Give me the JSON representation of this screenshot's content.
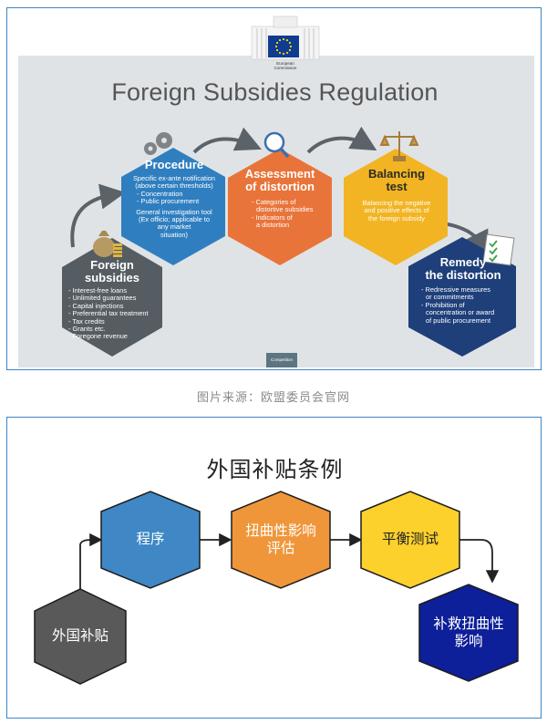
{
  "slide": {
    "logo": {
      "line1": "European",
      "line2": "Commission"
    },
    "title": "Foreign Subsidies Regulation",
    "footer_box": "Competition",
    "colors": {
      "grey": "#555d63",
      "blue": "#2f7fc0",
      "orange": "#e9743a",
      "yellow": "#f2b422",
      "navy": "#1e3f7a",
      "flag": "#0f3c91"
    },
    "hexagons": {
      "foreign_subsidies": {
        "title": "Foreign subsidies",
        "lines": [
          "- Interest-free loans",
          "- Unlimited guarantees",
          "- Capital injections",
          "- Preferential tax treatment",
          "- Tax credits",
          "- Grants etc.",
          "- Foregone revenue"
        ]
      },
      "procedure": {
        "title": "Procedure",
        "lines": [
          "Specific ex-ante notification",
          "(above certain thresholds)",
          "- Concentration",
          "- Public procurement",
          "General investigation tool",
          "(Ex officio; applicable to",
          "any market",
          "situation)"
        ]
      },
      "assessment": {
        "title_line1": "Assessment",
        "title_line2": "of distortion",
        "lines": [
          "- Categories of",
          "distortive subsidies",
          "- Indicators of",
          "a distortion"
        ]
      },
      "balancing": {
        "title_line1": "Balancing",
        "title_line2": "test",
        "lines": [
          "Balancing the negative",
          "and positive effects of",
          "the foreign subsidy"
        ]
      },
      "remedy": {
        "title_line1": "Remedy",
        "title_line2": "the distortion",
        "lines": [
          "- Redressive measures",
          "or commitments",
          "- Prohibition of",
          "concentration or award",
          "of public procurement"
        ]
      }
    }
  },
  "caption": "图片来源：欧盟委员会官网",
  "diagram": {
    "title": "外国补贴条例",
    "colors": {
      "grey": "#595959",
      "blue": "#3f88c5",
      "orange": "#f0963a",
      "yellow": "#fcd12c",
      "navy": "#0d1f99"
    },
    "nodes": {
      "foreign_subsidies": "外国补贴",
      "procedure": "程序",
      "assessment_line1": "扭曲性影响",
      "assessment_line2": "评估",
      "balancing": "平衡测试",
      "remedy_line1": "补救扭曲性",
      "remedy_line2": "影响"
    }
  }
}
